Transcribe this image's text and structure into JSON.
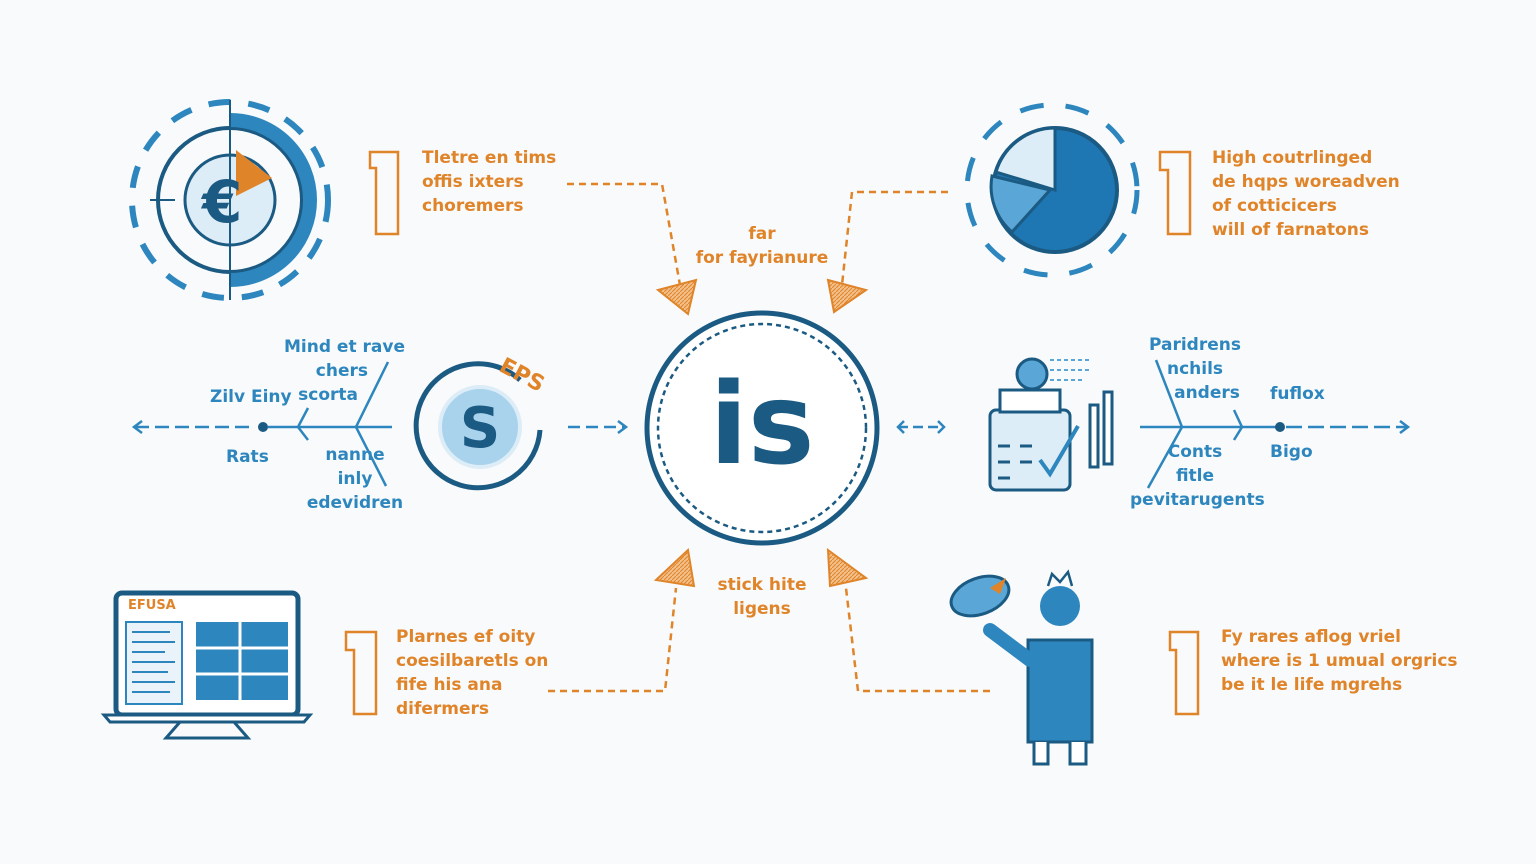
{
  "center": {
    "label": "is"
  },
  "top_center": {
    "lines": [
      "far",
      "for fayrianure"
    ]
  },
  "bottom_center": {
    "lines": [
      "stick hite",
      "ligens"
    ]
  },
  "top_left": {
    "numeral": "1",
    "lines": [
      "Tletre en tims",
      "offis ixters",
      "choremers"
    ]
  },
  "top_right": {
    "numeral": "1",
    "lines": [
      "High coutrlinged",
      "de hqps woreadven",
      "of cotticicers",
      "will of farnatons"
    ]
  },
  "bottom_left": {
    "numeral": "1",
    "screen_label": "EFUSA",
    "lines": [
      "Plarnes ef oity",
      "coesilbaretls on",
      "fife his ana",
      "difermers"
    ]
  },
  "bottom_right": {
    "numeral": "1",
    "lines": [
      "Fy rares aflog vriel",
      "where is 1 umual orgrics",
      "be it le life mgrehs"
    ]
  },
  "left_branch": {
    "node_top": "Zilv Einy",
    "node_bottom": "Rats",
    "upper": [
      "Mind et rave",
      "chers",
      "scorta"
    ],
    "lower": [
      "nanne",
      "inly",
      "edevidren"
    ],
    "badge": "EPS",
    "coin_letter": "S"
  },
  "right_branch": {
    "upper": [
      "Paridrens",
      "nchils",
      "anders"
    ],
    "lower": [
      "Conts",
      "fitle",
      "pevitarugents"
    ],
    "node_top": "fuflox",
    "node_bottom": "Bigo"
  },
  "colors": {
    "orange": "#e0842a",
    "blue": "#2d86bd",
    "navy": "#1b5a82",
    "light": "#cfe6f4"
  }
}
